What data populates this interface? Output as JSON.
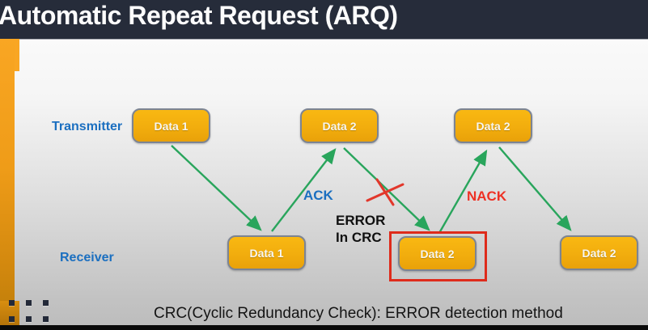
{
  "title": "Automatic Repeat Request (ARQ)",
  "diagram": {
    "transmitter_label": "Transmitter",
    "receiver_label": "Receiver",
    "top_row": [
      {
        "label": "Data 1"
      },
      {
        "label": "Data 2"
      },
      {
        "label": "Data 2"
      }
    ],
    "bottom_row": [
      {
        "label": "Data 1"
      },
      {
        "label": "Data 2",
        "highlighted": true
      },
      {
        "label": "Data 2"
      }
    ],
    "ack_label": "ACK",
    "nack_label": "NACK",
    "error_note_line1": "ERROR",
    "error_note_line2": "In CRC",
    "error_marker": "red-x-on-transmission-arrow"
  },
  "caption": "CRC(Cyclic Redundancy Check): ERROR detection method",
  "colors": {
    "title_bar_bg": "#262c3a",
    "title_text": "#fcfcfc",
    "accent_orange": "#f9a623",
    "node_fill": "#f1ac0d",
    "node_border": "#7c8493",
    "node_text": "#f7f6f2",
    "arrow_green": "#29a55c",
    "label_blue": "#1b6fc0",
    "label_red": "#ee3124",
    "highlight_red": "#de2b1b",
    "caption_text": "#141414"
  }
}
